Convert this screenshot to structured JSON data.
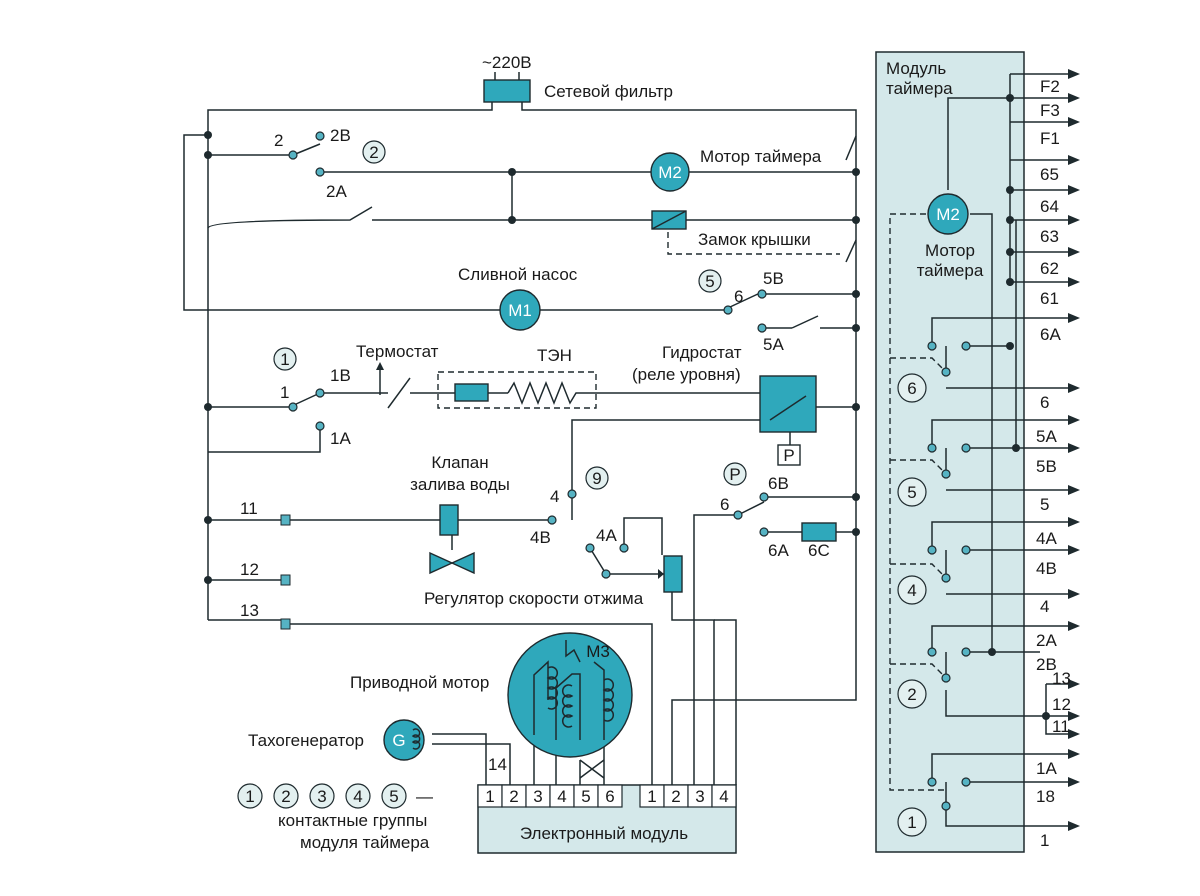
{
  "power": {
    "voltage": "~220В",
    "filter": "Сетевой фильтр"
  },
  "motors": {
    "timer_motor": {
      "tag": "M2",
      "label": "Мотор таймера"
    },
    "drain_pump": {
      "tag": "M1",
      "label": "Сливной насос"
    },
    "drive_motor": {
      "tag": "M3",
      "label": "Приводной мотор"
    },
    "tacho": {
      "tag": "G",
      "label": "Тахогенератор"
    }
  },
  "components": {
    "door_lock": "Замок крышки",
    "thermostat": "Термостат",
    "heater": "ТЭН",
    "hydrostat": [
      "Гидростат",
      "(реле уровня)"
    ],
    "hydrostat_p": "P",
    "valve": [
      "Клапан",
      "залива воды"
    ],
    "spin_regulator": "Регулятор скорости отжима",
    "electronic_module": "Электронный модуль",
    "res_6c": "6С"
  },
  "pins": {
    "p2": "2",
    "p2b": "2В",
    "p2a": "2А",
    "p5b": "5В",
    "p6": "6",
    "p5a": "5А",
    "p1": "1",
    "p1b": "1В",
    "p1a": "1А",
    "p11": "11",
    "p12": "12",
    "p13": "13",
    "p4": "4",
    "p4b": "4В",
    "p4a": "4А",
    "pp6": "6",
    "pp6b": "6В",
    "pp6a": "6А",
    "p14": "14"
  },
  "group_badges": {
    "g2": "2",
    "g5": "5",
    "g1": "1",
    "g9": "9",
    "gp": "P"
  },
  "module_left_pins": [
    "1",
    "2",
    "3",
    "4",
    "5",
    "6"
  ],
  "module_right_pins": [
    "1",
    "2",
    "3",
    "4"
  ],
  "legend": {
    "numbers": [
      "1",
      "2",
      "3",
      "4",
      "5"
    ],
    "dash": "—",
    "text": [
      "контактные группы",
      "модуля таймера"
    ]
  },
  "timer_module": {
    "title": [
      "Модуль",
      "таймера"
    ],
    "motor_tag": "M2",
    "motor_label": [
      "Мотор",
      "таймера"
    ],
    "outputs": [
      "F2",
      "F3",
      "F1",
      "65",
      "64",
      "63",
      "62",
      "61",
      "6А",
      "6",
      "5А",
      "5В",
      "5",
      "4А",
      "4В",
      "4",
      "2А",
      "2В",
      "13",
      "12",
      "11",
      "1А",
      "18",
      "1"
    ],
    "groups": [
      "6",
      "5",
      "4",
      "2",
      "1"
    ]
  }
}
